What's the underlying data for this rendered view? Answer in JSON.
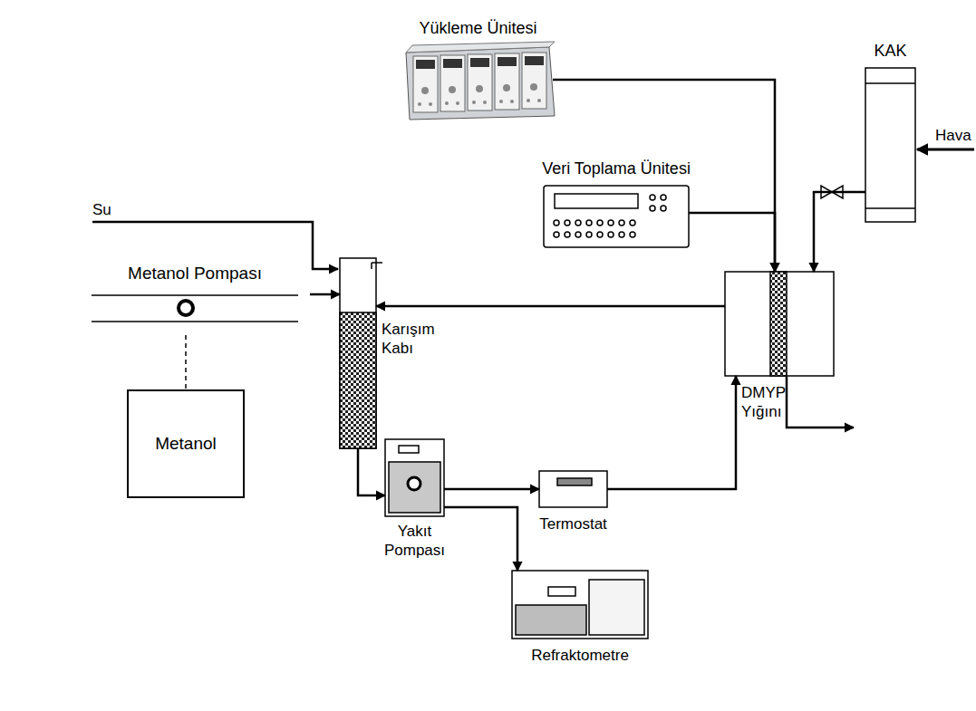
{
  "diagram": {
    "nodes": [
      {
        "text": [
          "Yükleme Ünitesi"
        ]
      },
      {
        "text": [
          "Veri Toplama Ünitesi"
        ]
      },
      {
        "text": [
          "KAK"
        ]
      },
      {
        "text": [
          "Metanol Pompası"
        ]
      },
      {
        "text": [
          "Metanol"
        ]
      },
      {
        "text": [
          "Karışım Kabı"
        ]
      },
      {
        "text": [
          "DMYP Yığını"
        ]
      },
      {
        "text": [
          "Yakıt Pompası"
        ]
      },
      {
        "text": [
          "Termostat"
        ]
      },
      {
        "text": [
          "Refraktometre"
        ]
      }
    ],
    "edges": [
      {
        "from": 0,
        "to": 6,
        "arrow": "to"
      },
      {
        "from": 1,
        "to": 6,
        "arrow": "to"
      },
      {
        "from": 2,
        "to": 6,
        "arrow": "to"
      },
      {
        "from": 3,
        "to": 5,
        "arrow": "to"
      },
      {
        "from": 3,
        "to": 4,
        "arrow": "none"
      },
      {
        "from": 6,
        "to": 5,
        "arrow": "to"
      },
      {
        "from": 5,
        "to": 7,
        "arrow": "to"
      },
      {
        "from": 7,
        "to": 8,
        "arrow": "to"
      },
      {
        "from": 8,
        "to": 6,
        "arrow": "to"
      },
      {
        "from": 7,
        "to": 9,
        "arrow": "to"
      }
    ],
    "labels": [
      "Su",
      "Hava"
    ]
  }
}
